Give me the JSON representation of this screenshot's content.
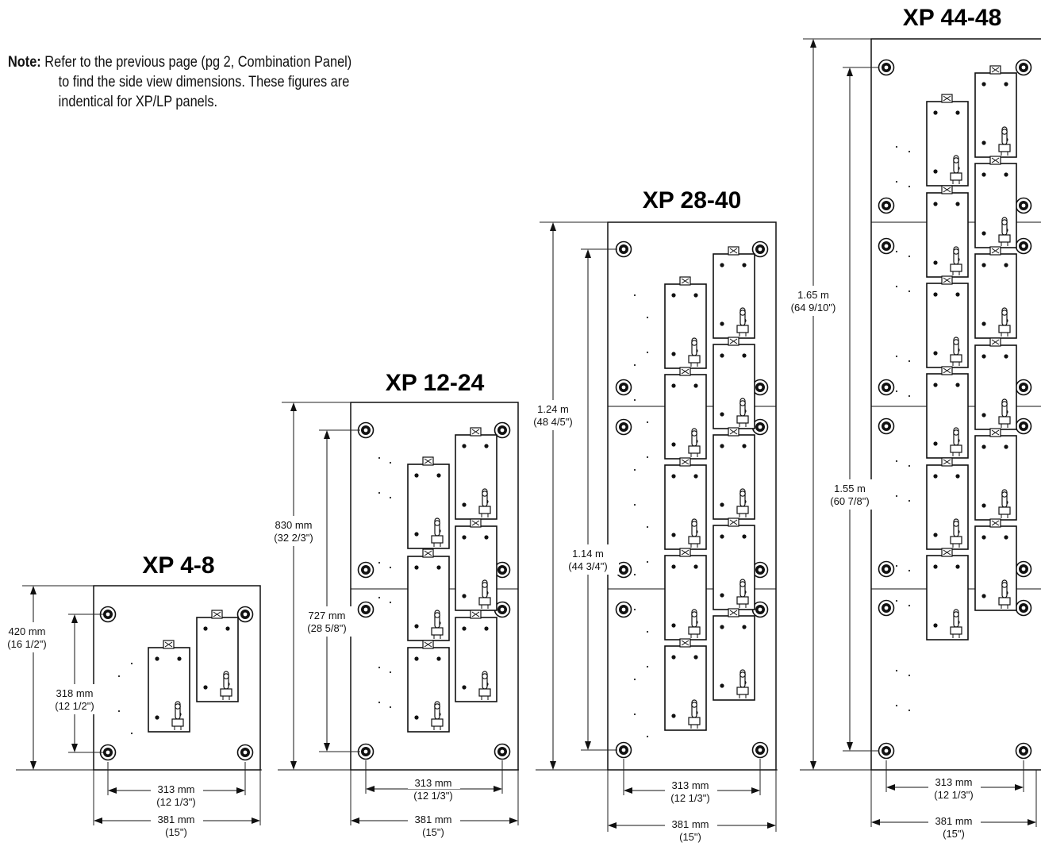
{
  "note": {
    "label": "Note:",
    "line1": "Refer to the previous page (pg 2, Combination Panel)",
    "line2": "to find the side view dimensions. These figures are",
    "line3": "indentical for XP/LP panels."
  },
  "panels": [
    {
      "title": "XP 4-8",
      "overall_height": "420 mm",
      "overall_height_in": "(16 1/2\")",
      "mount_height": "318 mm",
      "mount_height_in": "(12 1/2\")",
      "mount_width": "313 mm",
      "mount_width_in": "(12 1/3\")",
      "overall_width": "381 mm",
      "overall_width_in": "(15\")"
    },
    {
      "title": "XP 12-24",
      "overall_height": "830 mm",
      "overall_height_in": "(32 2/3\")",
      "mount_height": "727 mm",
      "mount_height_in": "(28 5/8\")",
      "mount_width": "313 mm",
      "mount_width_in": "(12 1/3\")",
      "overall_width": "381 mm",
      "overall_width_in": "(15\")"
    },
    {
      "title": "XP 28-40",
      "overall_height": "1.24 m",
      "overall_height_in": "(48 4/5\")",
      "mount_height": "1.14 m",
      "mount_height_in": "(44 3/4\")",
      "mount_width": "313 mm",
      "mount_width_in": "(12 1/3\")",
      "overall_width": "381 mm",
      "overall_width_in": "(15\")"
    },
    {
      "title": "XP 44-48",
      "overall_height": "1.65 m",
      "overall_height_in": "(64 9/10\")",
      "mount_height": "1.55 m",
      "mount_height_in": "(60 7/8\")",
      "mount_width": "313 mm",
      "mount_width_in": "(12 1/3\")",
      "overall_width": "381 mm",
      "overall_width_in": "(15\")"
    }
  ]
}
